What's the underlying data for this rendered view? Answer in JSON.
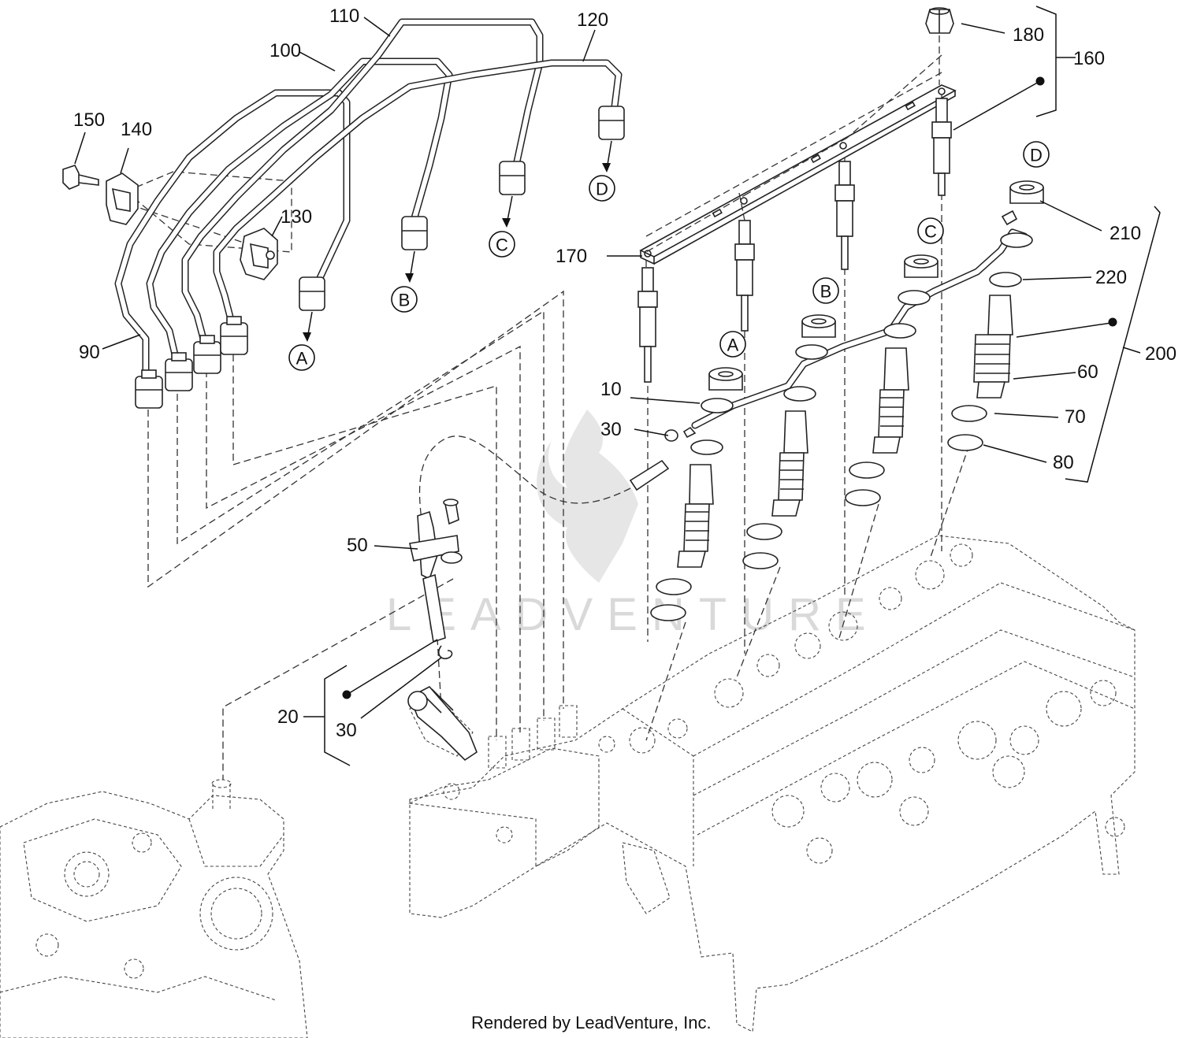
{
  "labels": {
    "l10": "10",
    "l20": "20",
    "l30a": "30",
    "l30b": "30",
    "l50": "50",
    "l60": "60",
    "l70": "70",
    "l80": "80",
    "l90": "90",
    "l100": "100",
    "l110": "110",
    "l120": "120",
    "l130": "130",
    "l140": "140",
    "l150": "150",
    "l160": "160",
    "l170": "170",
    "l180": "180",
    "l200": "200",
    "l210": "210",
    "l220": "220"
  },
  "refs": {
    "a": "A",
    "b": "B",
    "c": "C",
    "d": "D"
  },
  "watermark": "LEADVENTURE",
  "footer": "Rendered by LeadVenture, Inc."
}
